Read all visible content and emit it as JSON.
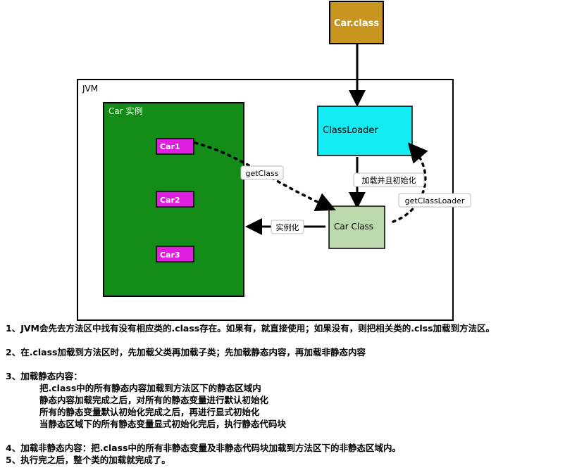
{
  "diagram": {
    "car_class": "Car.class",
    "jvm": "JVM",
    "car_instance": "Car 实例",
    "car1": "Car1",
    "car2": "Car2",
    "car3": "Car3",
    "classloader": "ClassLoader",
    "car_class_obj": "Car Class",
    "get_class": "getClass",
    "load_init": "加载并且初始化",
    "get_classloader": "getClassLoader",
    "instantiate": "实例化"
  },
  "colors": {
    "car_class_fill": "#c8961e",
    "green": "#138c18",
    "magenta": "#e01ee0",
    "cyan": "#12ecf2",
    "light_green": "#bcd9ad"
  },
  "notes": {
    "n1": "1、JVM会先去方法区中找有没有相应类的.class存在。如果有，就直接使用；如果没有，则把相关类的.clss加载到方法区。",
    "n2": "2、在.class加载到方法区时，先加载父类再加载子类；先加载静态内容，再加载非静态内容",
    "n3_title": "3、加载静态内容：",
    "n3_a": "把.class中的所有静态内容加载到方法区下的静态区域内",
    "n3_b": "静态内容加载完成之后，对所有的静态变量进行默认初始化",
    "n3_c": "所有的静态变量默认初始化完成之后，再进行显式初始化",
    "n3_d": "当静态区域下的所有静态变量显式初始化完后，执行静态代码块",
    "n4": "4、加载非静态内容：把.class中的所有非静态变量及非静态代码块加载到方法区下的非静态区域内。",
    "n5": "5、执行完之后，整个类的加载就完成了。"
  }
}
